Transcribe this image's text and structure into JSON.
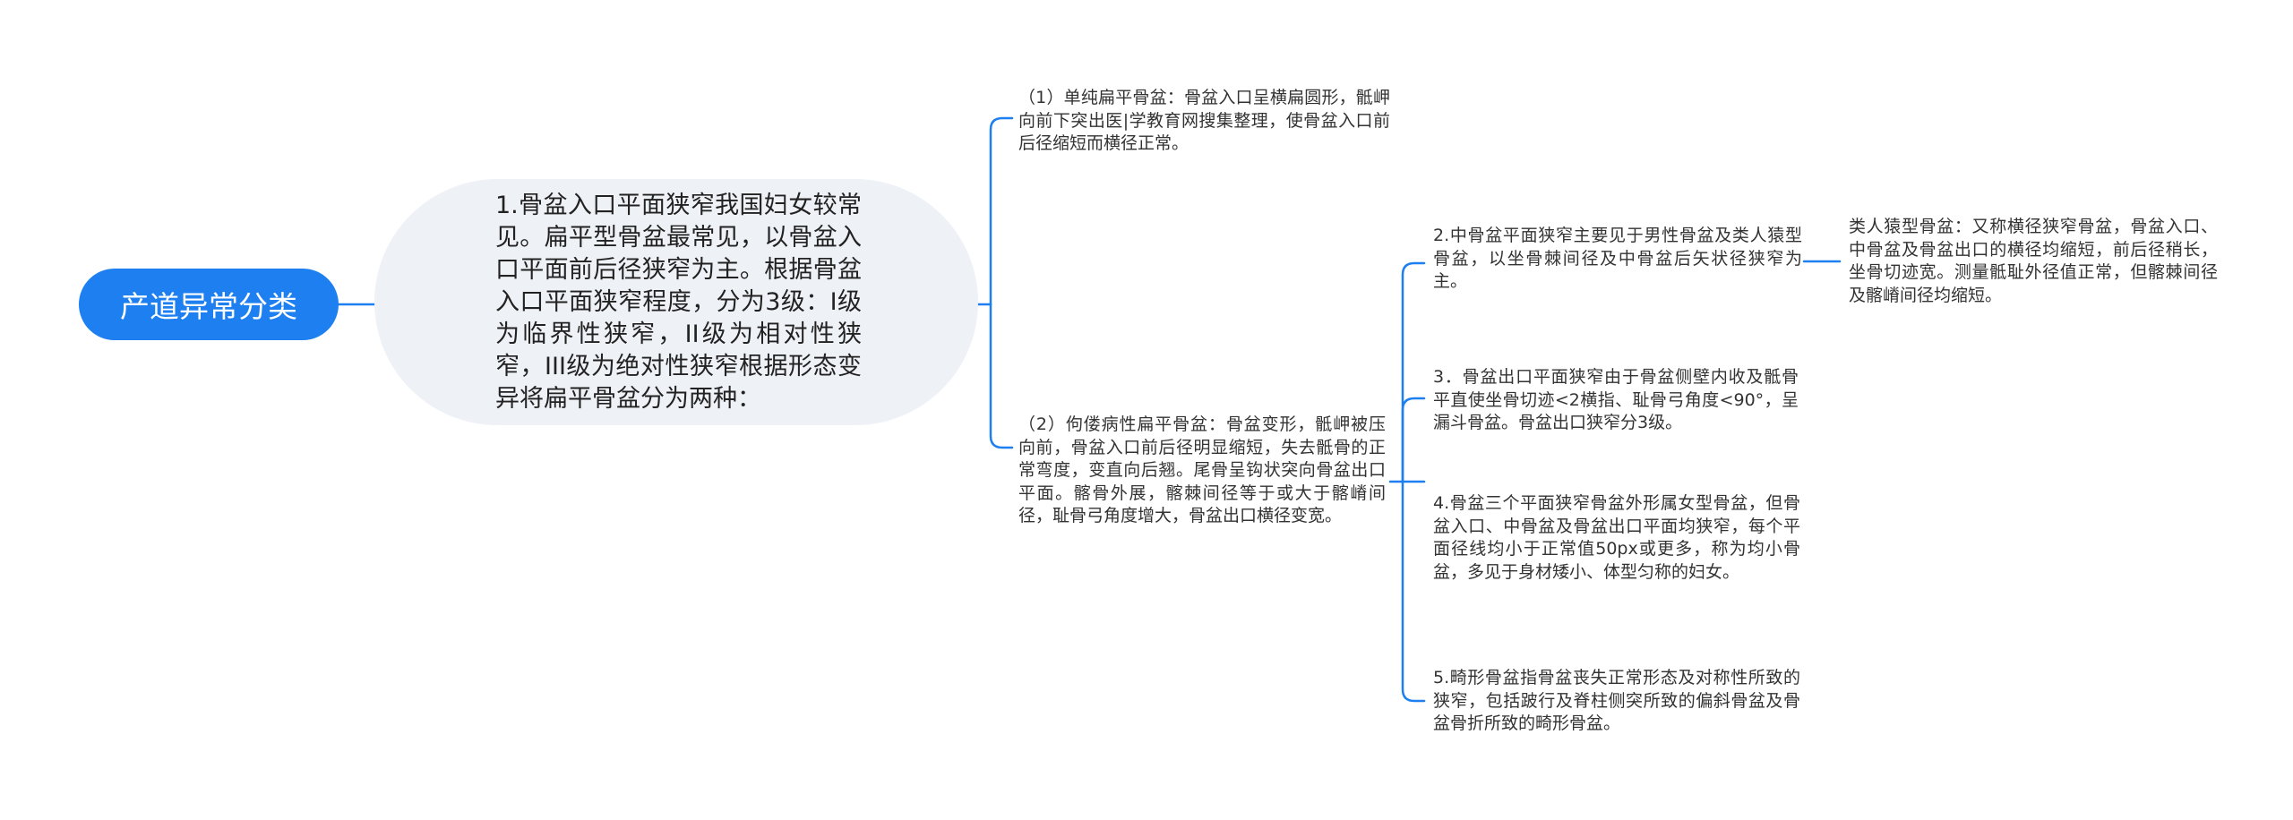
{
  "mindmap": {
    "root": "产道异常分类",
    "main": "1.骨盆入口平面狭窄我国妇女较常见。扁平型骨盆最常见，以骨盆入口平面前后径狭窄为主。根据骨盆入口平面狭窄程度，分为3级：I级为临界性狭窄，II级为相对性狭窄，III级为绝对性狭窄根据形态变异将扁平骨盆分为两种：",
    "simple_flat": "（1）单纯扁平骨盆：骨盆入口呈横扁圆形，骶岬向前下突出医|学教育网搜集整理，使骨盆入口前后径缩短而横径正常。",
    "rachitic_flat": "（2）佝偻病性扁平骨盆：骨盆变形，骶岬被压向前，骨盆入口前后径明显缩短，失去骶骨的正常弯度，变直向后翘。尾骨呈钩状突向骨盆出口平面。髂骨外展，髂棘间径等于或大于髂嵴间径，耻骨弓角度增大，骨盆出口横径变宽。",
    "midplane": "2.中骨盆平面狭窄主要见于男性骨盆及类人猿型骨盆，以坐骨棘间径及中骨盆后矢状径狭窄为主。",
    "outlet": "3．骨盆出口平面狭窄由于骨盆侧壁内收及骶骨平直使坐骨切迹<2横指、耻骨弓角度<90°，呈漏斗骨盆。骨盆出口狭窄分3级。",
    "uniform": "4.骨盆三个平面狭窄骨盆外形属女型骨盆，但骨盆入口、中骨盆及骨盆出口平面均狭窄，每个平面径线均小于正常值50px或更多，称为均小骨盆，多见于身材矮小、体型匀称的妇女。",
    "deformed": "5.畸形骨盆指骨盆丧失正常形态及对称性所致的狭窄，包括跛行及脊柱侧突所致的偏斜骨盆及骨盆骨折所致的畸形骨盆。",
    "anthropoid": "类人猿型骨盆：又称横径狭窄骨盆，骨盆入口、中骨盆及骨盆出口的横径均缩短，前后径稍长，坐骨切迹宽。测量骶耻外径值正常，但髂棘间径及髂嵴间径均缩短。"
  },
  "colors": {
    "root_fill": "#1d7ff0",
    "main_fill": "#eef1f6",
    "connector": "#1d7ff0"
  }
}
